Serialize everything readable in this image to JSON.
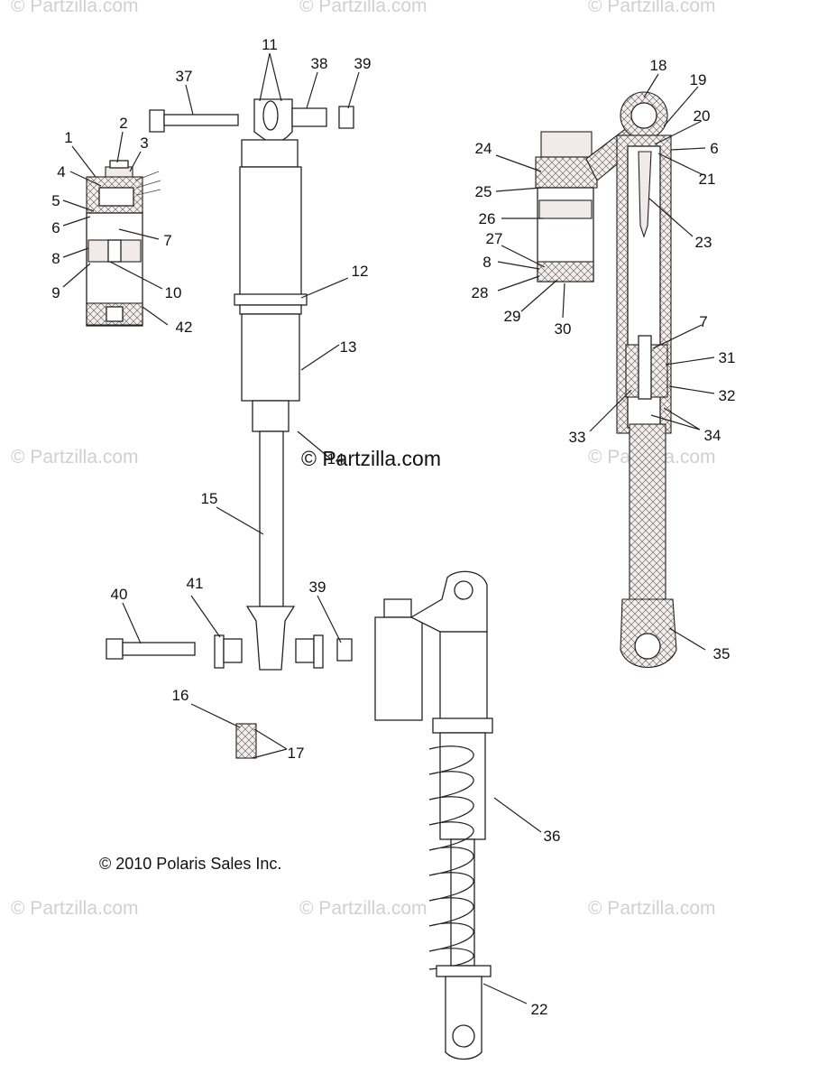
{
  "watermarks": [
    "© Partzilla.com",
    "© Partzilla.com",
    "© Partzilla.com",
    "© Partzilla.com",
    "© Partzilla.com",
    "© Partzilla.com",
    "© Partzilla.com",
    "© Partzilla.com"
  ],
  "main_watermark": "© Partzilla.com",
  "copyright": "© 2010 Polaris Sales Inc.",
  "callouts": {
    "c1": "1",
    "c2": "2",
    "c3": "3",
    "c4": "4",
    "c5": "5",
    "c6a": "6",
    "c6b": "6",
    "c7a": "7",
    "c7b": "7",
    "c8a": "8",
    "c8b": "8",
    "c9": "9",
    "c10": "10",
    "c11": "11",
    "c12": "12",
    "c13": "13",
    "c14": "14",
    "c15": "15",
    "c16": "16",
    "c17": "17",
    "c18": "18",
    "c19": "19",
    "c20": "20",
    "c21": "21",
    "c22": "22",
    "c23": "23",
    "c24": "24",
    "c25": "25",
    "c26": "26",
    "c27": "27",
    "c28": "28",
    "c29": "29",
    "c30": "30",
    "c31": "31",
    "c32": "32",
    "c33": "33",
    "c34": "34",
    "c35": "35",
    "c36": "36",
    "c37": "37",
    "c38": "38",
    "c39a": "39",
    "c39b": "39",
    "c40": "40",
    "c41": "41",
    "c42": "42"
  }
}
